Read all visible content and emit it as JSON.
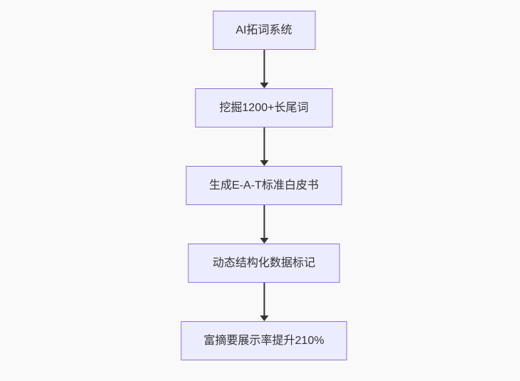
{
  "diagram": {
    "type": "flowchart-top-down",
    "colors": {
      "background": "#f9f9f9",
      "node_fill": "#ECECFF",
      "node_border": "#9370DB",
      "edge": "#333333",
      "text": "#333333"
    },
    "nodes": [
      {
        "label": "AI拓词系统"
      },
      {
        "label": "挖掘1200+长尾词"
      },
      {
        "label": "生成E-A-T标准白皮书"
      },
      {
        "label": "动态结构化数据标记"
      },
      {
        "label": "富摘要展示率提升210%"
      }
    ],
    "edges": [
      {
        "from": 0,
        "to": 1
      },
      {
        "from": 1,
        "to": 2
      },
      {
        "from": 2,
        "to": 3
      },
      {
        "from": 3,
        "to": 4
      }
    ]
  }
}
